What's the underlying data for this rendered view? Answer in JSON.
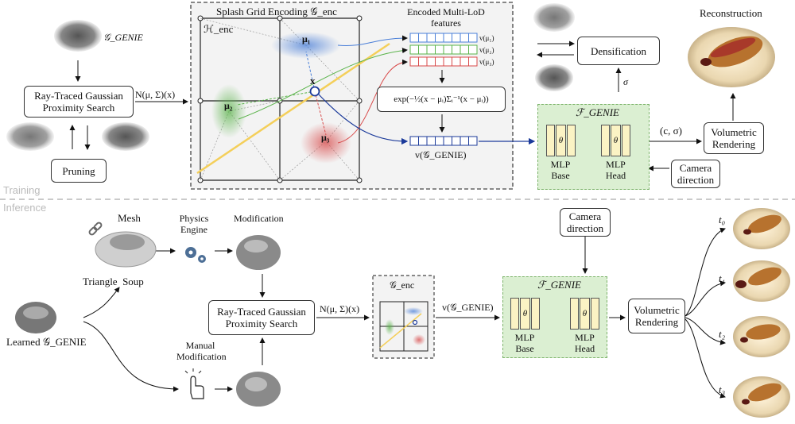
{
  "sections": {
    "training": "Training",
    "inference": "Inference"
  },
  "training": {
    "genie_label": "𝒢_GENIE",
    "raytrace": "Ray-Traced Gaussian Proximity Search",
    "pruning": "Pruning",
    "n_mu_sigma": "N(μ, Σ)(x)",
    "splash_title": "Splash Grid Encoding 𝒢_enc",
    "h_enc": "ℋ_enc",
    "mu1": "μ₁",
    "mu2": "μ₂",
    "mu3": "μ₃",
    "x": "x",
    "lod_title": "Encoded Multi-LoD features",
    "v1": "v(μ₁)",
    "v2": "v(μ₂)",
    "v3": "v(μ₃)",
    "exp_formula": "exp(−½(x − μᵢ)Σᵢ⁻¹(x − μᵢ))",
    "v_genie": "v(𝒢_GENIE)",
    "densification": "Densification",
    "sigma": "σ",
    "f_genie": "ℱ_GENIE",
    "theta": "θ",
    "mlp_base": "MLP Base",
    "mlp_head": "MLP Head",
    "c_sigma": "(c, σ)",
    "volumetric": "Volumetric Rendering",
    "camera": "Camera direction",
    "reconstruction": "Reconstruction"
  },
  "inference": {
    "mesh": "Mesh",
    "triangle_soup": "Triangle  Soup",
    "physics": "Physics Engine",
    "modification": "Modification",
    "learned": "Learned 𝒢_GENIE",
    "manual": "Manual Modification",
    "raytrace": "Ray-Traced Gaussian Proximity Search",
    "n_mu_sigma": "N(μ, Σ)(x)",
    "g_enc": "𝒢_enc",
    "v_genie": "v(𝒢_GENIE)",
    "f_genie": "ℱ_GENIE",
    "theta": "θ",
    "mlp_base": "MLP Base",
    "mlp_head": "MLP Head",
    "camera": "Camera direction",
    "volumetric": "Volumetric Rendering",
    "t0": "t₀",
    "t1": "t₁",
    "t2": "t₂",
    "t3": "t₃"
  },
  "colors": {
    "blue": "#4a7fd8",
    "green": "#5ab34a",
    "red": "#d84a4a",
    "yellow": "#f4cf5a",
    "navy": "#1b3a9a"
  }
}
